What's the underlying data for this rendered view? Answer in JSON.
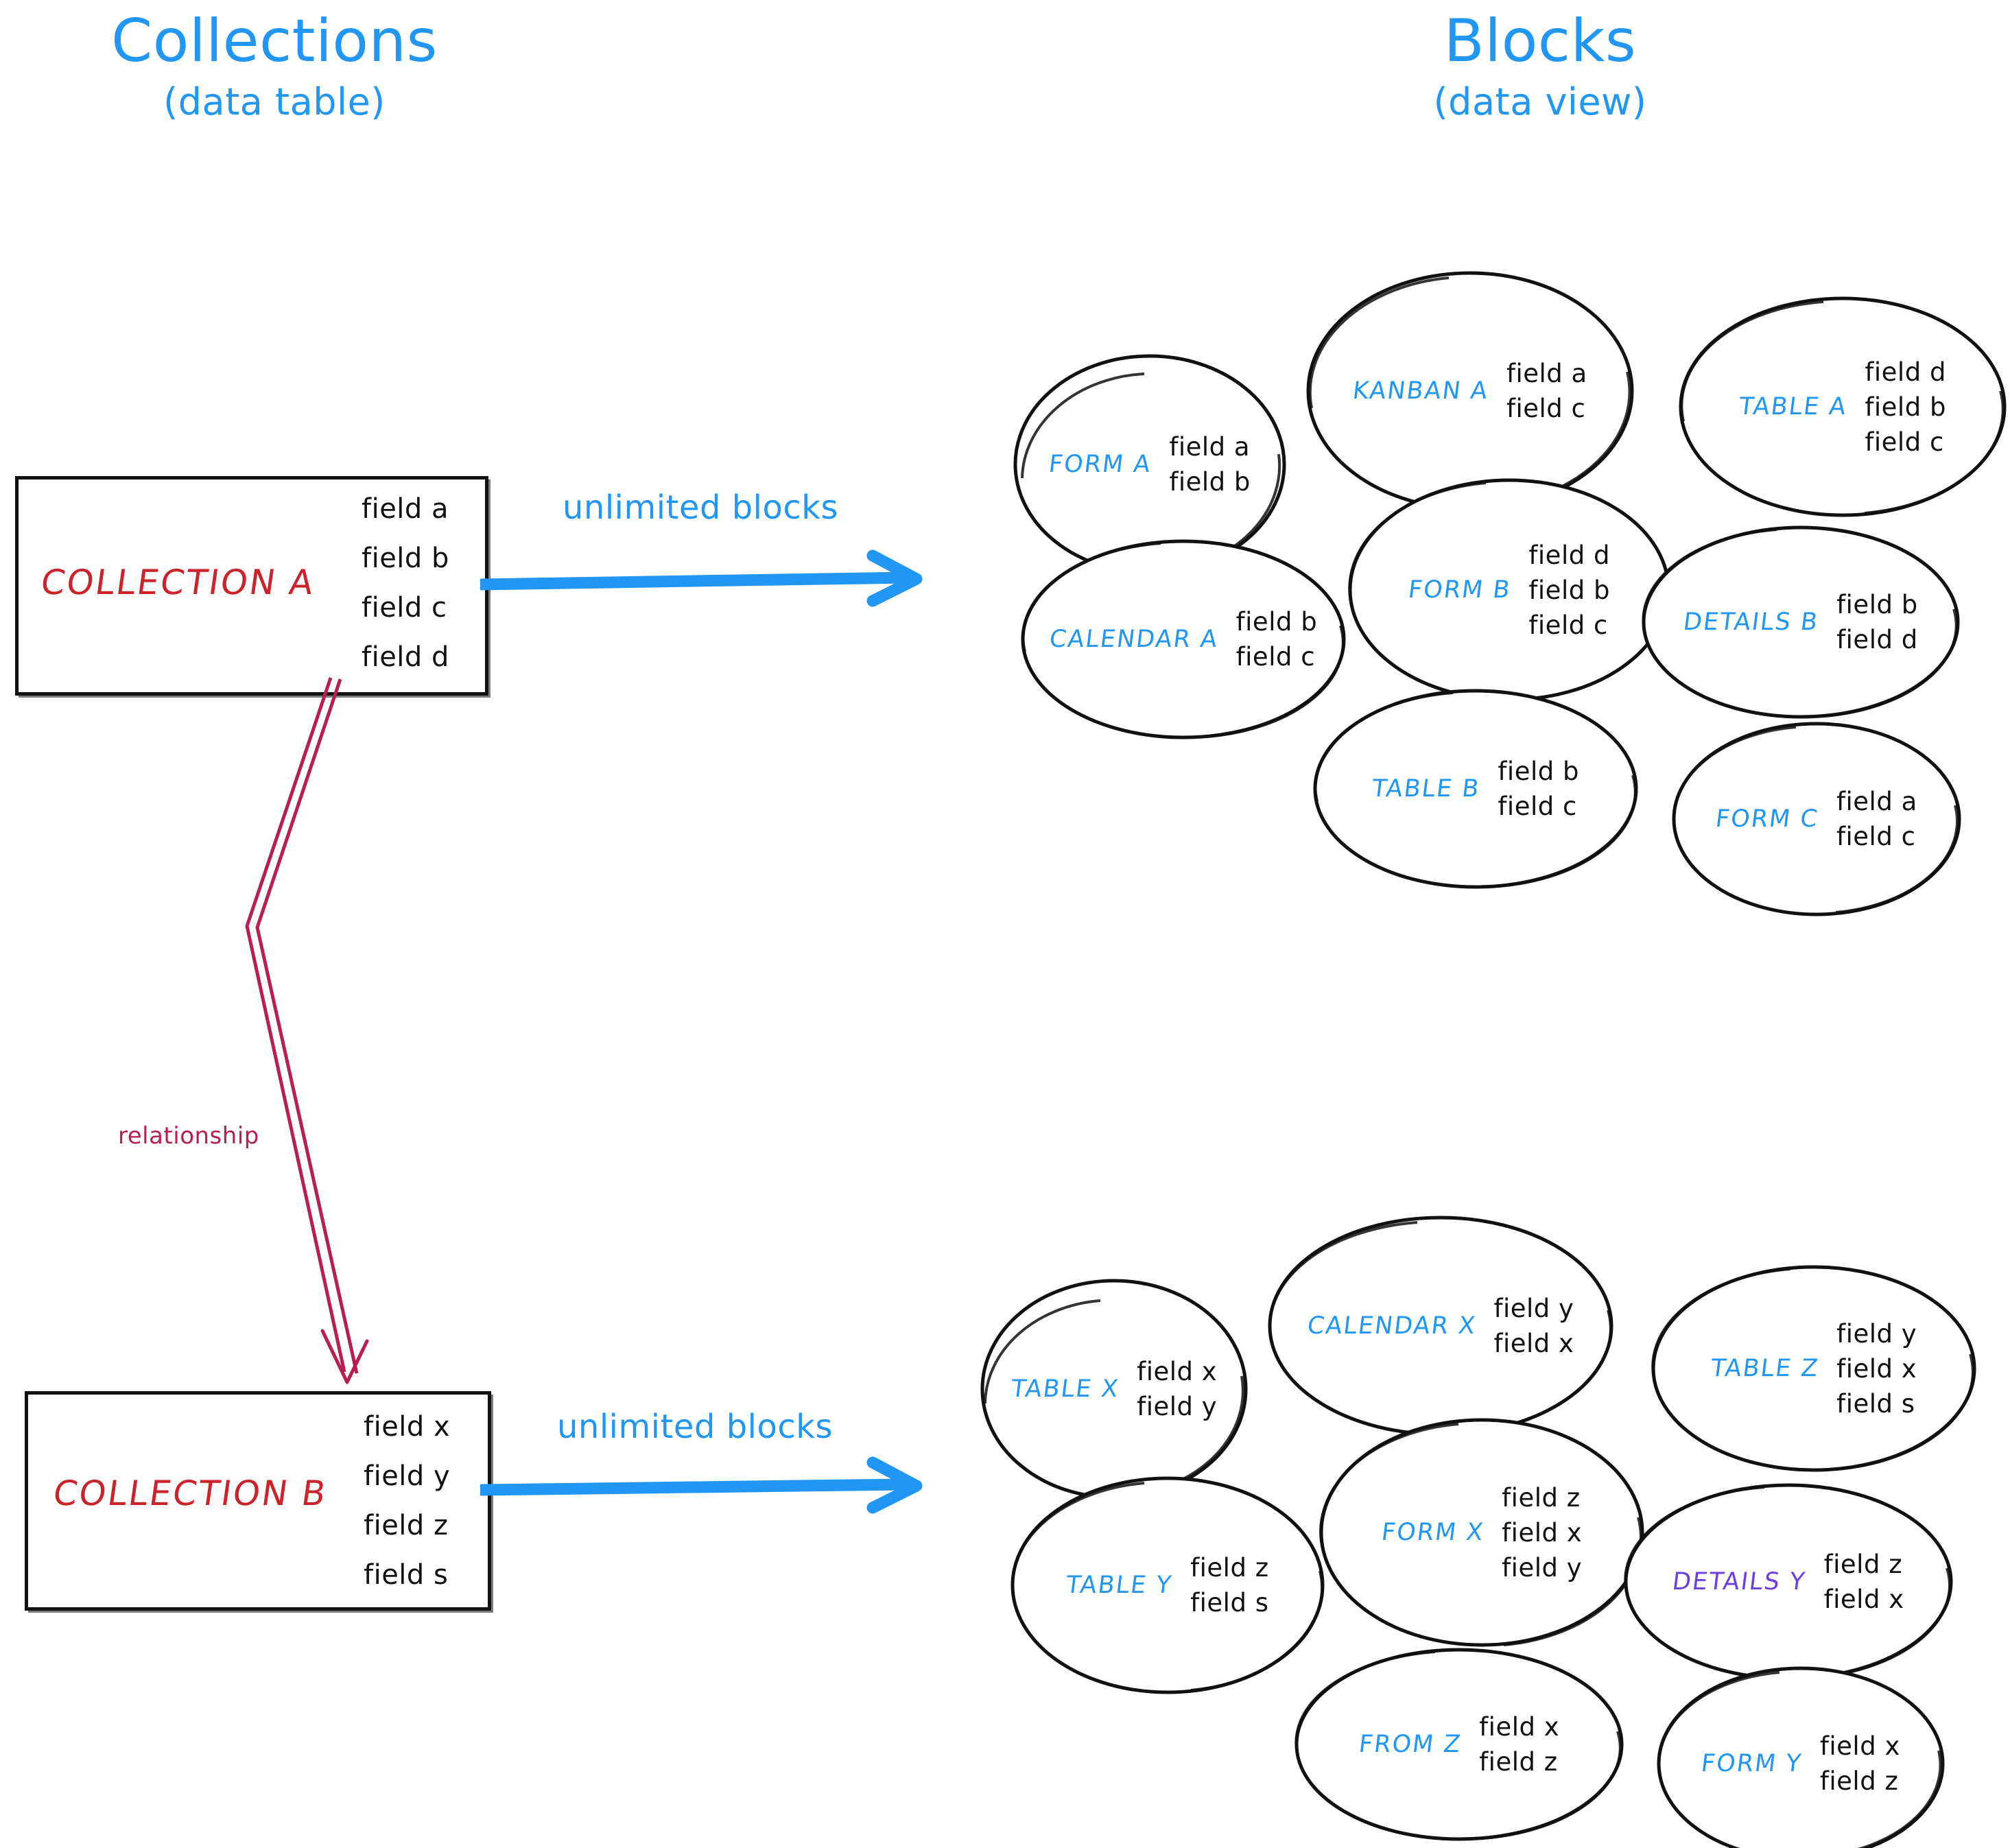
{
  "headers": {
    "left": {
      "title": "Collections",
      "subtitle": "(data table)"
    },
    "right": {
      "title": "Blocks",
      "subtitle": "(data view)"
    }
  },
  "colors": {
    "accent_blue": "#2196f3",
    "collection_red": "#cc2229",
    "relationship_crimson": "#b81e50",
    "details_purple": "#6c3fe4",
    "ink_black": "#111111"
  },
  "collections": [
    {
      "name": "COLLECTION A",
      "fields": [
        "field a",
        "field b",
        "field c",
        "field d"
      ],
      "arrow_label": "unlimited blocks"
    },
    {
      "name": "COLLECTION B",
      "fields": [
        "field x",
        "field y",
        "field z",
        "field s"
      ],
      "arrow_label": "unlimited blocks"
    }
  ],
  "relationship": {
    "label": "relationship"
  },
  "blocks_group_a": [
    {
      "label": "FORM A",
      "fields": [
        "field a",
        "field b"
      ]
    },
    {
      "label": "KANBAN A",
      "fields": [
        "field a",
        "field c"
      ]
    },
    {
      "label": "TABLE A",
      "fields": [
        "field d",
        "field b",
        "field c"
      ]
    },
    {
      "label": "CALENDAR A",
      "fields": [
        "field b",
        "field c"
      ]
    },
    {
      "label": "FORM B",
      "fields": [
        "field d",
        "field b",
        "field c"
      ]
    },
    {
      "label": "DETAILS B",
      "fields": [
        "field b",
        "field d"
      ]
    },
    {
      "label": "TABLE B",
      "fields": [
        "field b",
        "field c"
      ]
    },
    {
      "label": "FORM C",
      "fields": [
        "field a",
        "field c"
      ]
    }
  ],
  "blocks_group_b": [
    {
      "label": "TABLE X",
      "fields": [
        "field x",
        "field y"
      ]
    },
    {
      "label": "CALENDAR X",
      "fields": [
        "field y",
        "field x"
      ]
    },
    {
      "label": "TABLE Z",
      "fields": [
        "field y",
        "field x",
        "field s"
      ]
    },
    {
      "label": "TABLE Y",
      "fields": [
        "field z",
        "field s"
      ]
    },
    {
      "label": "FORM X",
      "fields": [
        "field z",
        "field x",
        "field y"
      ]
    },
    {
      "label": "DETAILS Y",
      "fields": [
        "field z",
        "field x"
      ]
    },
    {
      "label": "FROM Z",
      "fields": [
        "field x",
        "field z"
      ]
    },
    {
      "label": "FORM Y",
      "fields": [
        "field x",
        "field z"
      ]
    }
  ]
}
